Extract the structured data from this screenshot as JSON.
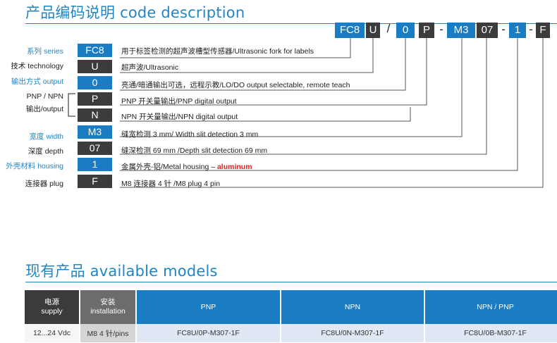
{
  "section1": {
    "title": "产品编码说明 code description"
  },
  "code": {
    "fc8": "FC8",
    "u": "U",
    "slash": "/",
    "zero": "0",
    "p": "P",
    "dash1": "-",
    "m3": "M3",
    "seven": "07",
    "dash2": "-",
    "one": "1",
    "dash3": "-",
    "f": "F"
  },
  "rows": [
    {
      "label": "系列 series",
      "code": "FC8",
      "desc": "用于标签检测的超声波槽型传感器/Ultrasonic fork for labels"
    },
    {
      "label": "技术 technology",
      "code": "U",
      "desc": "超声波/Ultrasonic"
    },
    {
      "label": "输出方式 output",
      "code": "0",
      "desc": "亮通/暗通输出可选，远程示教/LO/DO output selectable, remote teach"
    },
    {
      "label": "PNP / NPN",
      "code": "P",
      "desc": "PNP 开关量输出/PNP digital output"
    },
    {
      "label": "输出/output",
      "code": "N",
      "desc": "NPN 开关量输出/NPN digital output"
    },
    {
      "label": "宽度 width",
      "code": "M3",
      "desc": "缝宽检测 3 mm/ Width slit detection 3 mm"
    },
    {
      "label": "深度 depth",
      "code": "07",
      "desc": "缝深检测 69 mm /Depth slit detection 69 mm"
    },
    {
      "label": "外壳材料 housing",
      "code": "1",
      "desc": "金属外壳-铝/Metal housing – ",
      "desc_highlight": "aluminum"
    },
    {
      "label": "连接器 plug",
      "code": "F",
      "desc": "M8 连接器 4 针 /M8 plug 4 pin"
    }
  ],
  "section2": {
    "title": "现有产品 available models"
  },
  "table": {
    "headers": [
      {
        "line1": "电源",
        "line2": "supply"
      },
      {
        "line1": "安装",
        "line2": "installation"
      },
      {
        "line1": "PNP",
        "line2": ""
      },
      {
        "line1": "NPN",
        "line2": ""
      },
      {
        "line1": "NPN / PNP",
        "line2": ""
      }
    ],
    "row": [
      "12...24 Vdc",
      "M8 4 针/pins",
      "FC8U/0P-M307-1F",
      "FC8U/0N-M307-1F",
      "FC8U/0B-M307-1F"
    ]
  },
  "colors": {
    "blue": "#1a7dc4",
    "dark": "#3c3c3c",
    "highlight": "#e02020"
  }
}
